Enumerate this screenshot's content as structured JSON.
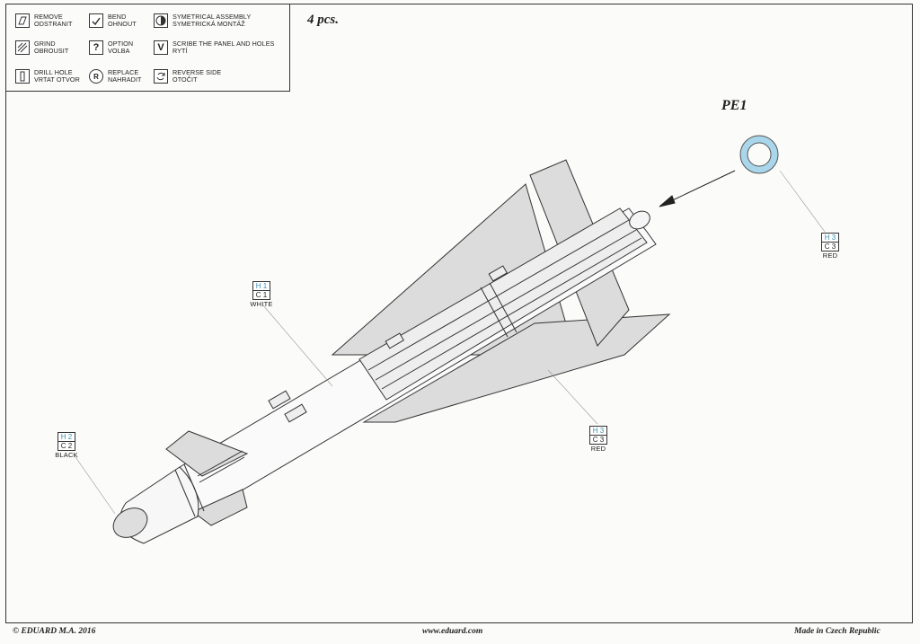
{
  "legend": {
    "remove": {
      "line1": "REMOVE",
      "line2": "ODSTRANIT",
      "icon": "remove-icon"
    },
    "bend": {
      "line1": "BEND",
      "line2": "OHNOUT",
      "icon": "bend-icon"
    },
    "symmetrical": {
      "line1": "SYMETRICAL ASSEMBLY",
      "line2": "SYMETRICKÁ MONTÁŽ",
      "icon": "symmetrical-assembly-icon"
    },
    "grind": {
      "line1": "GRIND",
      "line2": "OBROUSIT",
      "icon": "grind-icon"
    },
    "option": {
      "line1": "OPTION",
      "line2": "VOLBA",
      "icon": "option-icon",
      "glyph": "?"
    },
    "scribe": {
      "line1": "SCRIBE THE PANEL AND HOLES",
      "line2": "RYTÍ",
      "icon": "scribe-icon",
      "glyph": "V"
    },
    "drill": {
      "line1": "DRILL HOLE",
      "line2": "VRTAT OTVOR",
      "icon": "drill-hole-icon"
    },
    "replace": {
      "line1": "REPLACE",
      "line2": "NAHRADIT",
      "icon": "replace-icon",
      "glyph": "R"
    },
    "reverse": {
      "line1": "REVERSE SIDE",
      "line2": "OTOČIT",
      "icon": "reverse-side-icon"
    }
  },
  "quantity": "4 pcs.",
  "part": "PE1",
  "paint_callouts": {
    "white": {
      "h": "H 1",
      "c": "C 1",
      "name": "WHITE"
    },
    "black": {
      "h": "H 2",
      "c": "C 2",
      "name": "BLACK"
    },
    "red_body": {
      "h": "H 3",
      "c": "C 3",
      "name": "RED"
    },
    "red_ring": {
      "h": "H 3",
      "c": "C 3",
      "name": "RED"
    }
  },
  "colors": {
    "ring": "#a9d6ea",
    "fins": "#dcdcdc",
    "h_code": "#3b8fb2"
  },
  "footer": {
    "copyright": "© EDUARD M.A. 2016",
    "website": "www.eduard.com",
    "made_in": "Made in Czech Republic"
  }
}
